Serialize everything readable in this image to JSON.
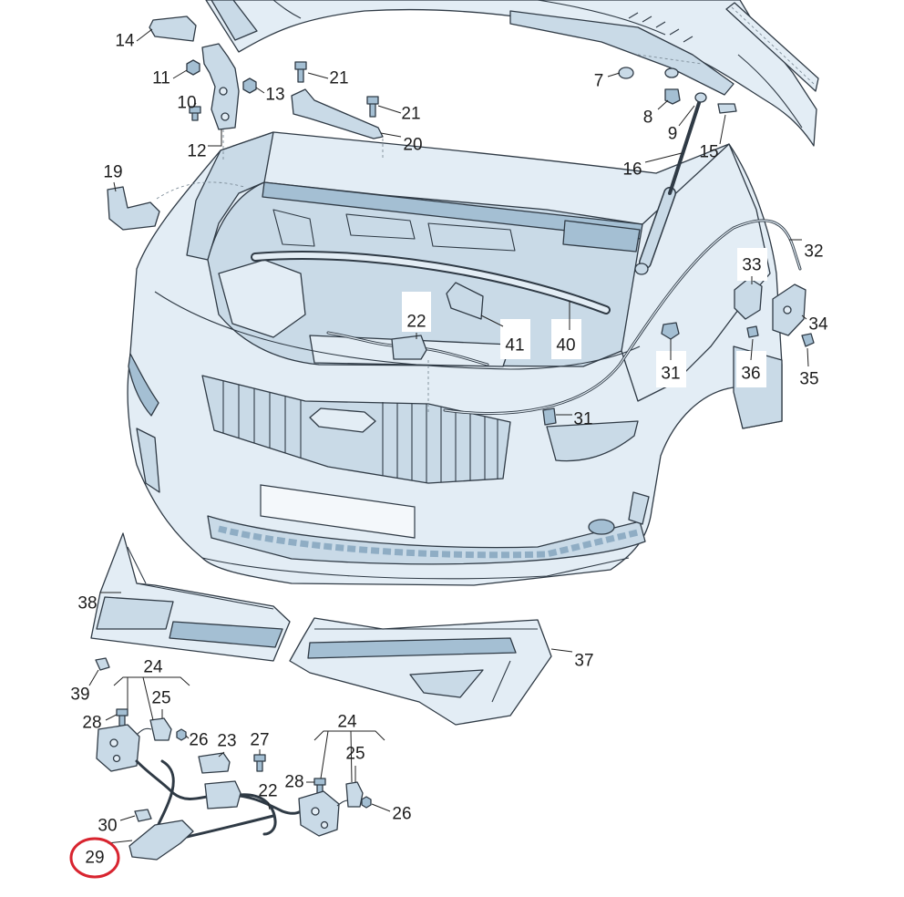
{
  "callouts": [
    "14",
    "11",
    "21",
    "13",
    "10",
    "21",
    "12",
    "20",
    "7",
    "8",
    "9",
    "15",
    "16",
    "19",
    "32",
    "33",
    "34",
    "35",
    "22",
    "41",
    "40",
    "31",
    "36",
    "31",
    "38",
    "37",
    "24",
    "39",
    "25",
    "28",
    "26",
    "23",
    "27",
    "24",
    "25",
    "28",
    "22",
    "26",
    "30"
  ],
  "highlight": {
    "label": "29",
    "color": "#d8242f"
  },
  "colors": {
    "line": "#2f3a45",
    "fill_light": "#e3edf5",
    "fill_mid": "#c9dae7",
    "fill_dark": "#a4bfd3",
    "label": "#1d1d1d"
  }
}
